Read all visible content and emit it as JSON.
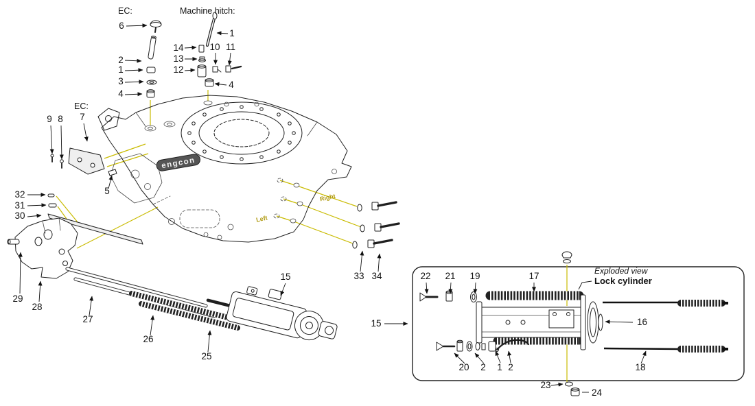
{
  "colors": {
    "leader": "#c9bb00",
    "line": "#1f1f1f",
    "background": "#ffffff",
    "brand_gray": "#555555",
    "marker_olive": "#b09a10"
  },
  "captions": {
    "ec_top": "EC:",
    "machine_hitch": "Machine hitch:",
    "ec_side": "EC:",
    "exploded_view": "Exploded view",
    "lock_cylinder": "Lock cylinder",
    "brand": "engcon",
    "body_right": "Right",
    "body_left": "Left"
  },
  "callouts": {
    "main": {
      "n6": "6",
      "n1_hitch": "1",
      "n2": "2",
      "n1": "1",
      "n3": "3",
      "n4": "4",
      "n14": "14",
      "n13": "13",
      "n12": "12",
      "n10": "10",
      "n11": "11",
      "n4b": "4",
      "n7": "7",
      "n9": "9",
      "n8": "8",
      "n5": "5",
      "n32": "32",
      "n31": "31",
      "n30": "30",
      "n29": "29",
      "n28": "28",
      "n27": "27",
      "n26": "26",
      "n25": "25",
      "n15": "15",
      "n33": "33",
      "n34": "34"
    },
    "panel": {
      "n15": "15",
      "n22": "22",
      "n21": "21",
      "n19": "19",
      "n17": "17",
      "n16": "16",
      "n18": "18",
      "n20": "20",
      "n2": "2",
      "n1": "1",
      "n2b": "2",
      "n23": "23",
      "n24": "24"
    }
  }
}
